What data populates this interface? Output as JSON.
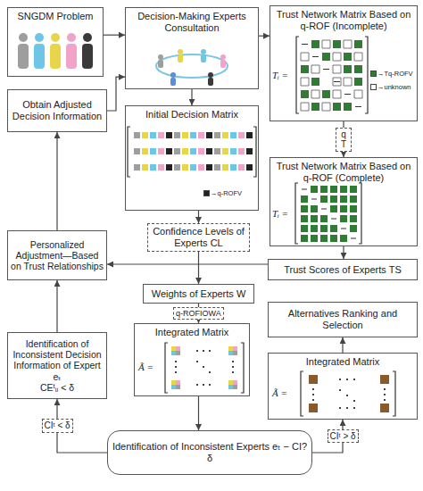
{
  "diagram": {
    "nodes": [
      {
        "text": [
          "SNGDM Problem"
        ]
      },
      {
        "text": [
          "Decision-Making Experts Consultation"
        ]
      },
      {
        "text": [
          "Trust Network Matrix Based on q-ROF (Incomplete)"
        ]
      },
      {
        "text": [
          "Initial Decision Matrix"
        ]
      },
      {
        "text": [
          "Trust Network Matrix Based on q-ROF (Complete)"
        ]
      },
      {
        "text": [
          "Obtain Adjusted Decision Information"
        ]
      },
      {
        "text": [
          "Confidence Levels of Experts CL"
        ]
      },
      {
        "text": [
          "Trust Scores of Experts TS"
        ]
      },
      {
        "text": [
          "Personalized Adjustment—Based on Trust Relationships"
        ]
      },
      {
        "text": [
          "Weights of Experts W"
        ]
      },
      {
        "text": [
          "Alternatives Ranking and Selection"
        ]
      },
      {
        "text": [
          "Identification of Inconsistent Decision Information of Expert eₜ",
          "CEᵗᵢⱼ < δ"
        ]
      },
      {
        "text": [
          "Integrated Matrix"
        ]
      },
      {
        "text": [
          "Integrated Matrix"
        ]
      },
      {
        "text": [
          "Identification of Inconsistent Experts eₜ − CI? δ"
        ]
      }
    ],
    "edges": [
      {
        "from": 0,
        "to": 1,
        "arrow": "to"
      },
      {
        "from": 1,
        "to": 2,
        "arrow": "to"
      },
      {
        "from": 1,
        "to": 3,
        "arrow": "to"
      },
      {
        "from": 2,
        "to": 4,
        "label": "q T",
        "arrow": "to"
      },
      {
        "from": 3,
        "to": 6,
        "arrow": "to"
      },
      {
        "from": 4,
        "to": 7,
        "arrow": "to"
      },
      {
        "from": 6,
        "to": 9,
        "arrow": "to"
      },
      {
        "from": 7,
        "to": 8,
        "arrow": "to"
      },
      {
        "from": 9,
        "to": 12,
        "label": "q-ROFIOWA",
        "arrow": "to"
      },
      {
        "from": 12,
        "to": 14,
        "arrow": "to"
      },
      {
        "from": 14,
        "to": 11,
        "label": "CIᵗ < δ",
        "arrow": "to"
      },
      {
        "from": 11,
        "to": 8,
        "arrow": "to"
      },
      {
        "from": 8,
        "to": 5,
        "arrow": "to"
      },
      {
        "from": 5,
        "to": 1,
        "arrow": "to"
      },
      {
        "from": 14,
        "to": 13,
        "label": "CIᵗ > δ",
        "arrow": "to"
      },
      {
        "from": 13,
        "to": 10,
        "arrow": "to"
      }
    ],
    "labels": [
      "Tᵢ =",
      "Tᵢ =",
      "Ã =",
      "Ã ="
    ],
    "legend": [
      {
        "text": "→Tq-ROFV",
        "color": "#2e7d32"
      },
      {
        "text": "→unknown",
        "color": "#ffffff"
      },
      {
        "text": "→q-ROFV",
        "color": "#222222"
      }
    ]
  }
}
